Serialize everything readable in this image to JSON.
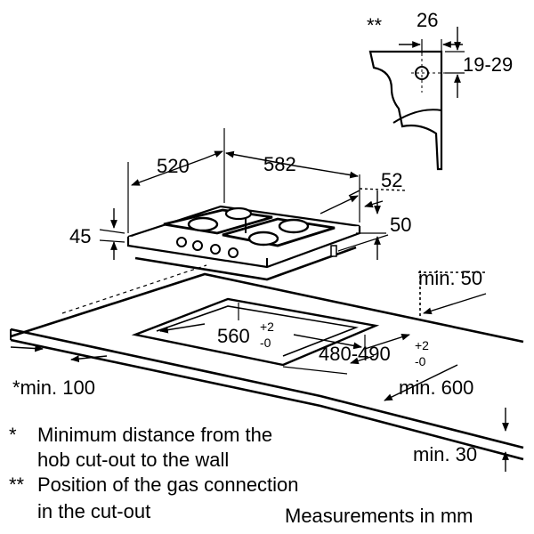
{
  "labels": {
    "gas_note_mark": "**",
    "gas_width": "26",
    "gas_height": "19-29",
    "hob_depth": "520",
    "hob_width": "582",
    "edge_offset": "52",
    "hob_height": "45",
    "side_offset": "50",
    "min_back": "min. 50",
    "cutout_width": "560",
    "cutout_width_tol_plus": "+2",
    "cutout_width_tol_minus": "-0",
    "cutout_depth": "480-490",
    "cutout_depth_tol_plus": "+2",
    "cutout_depth_tol_minus": "-0",
    "min_wall": "*min. 100",
    "min_worktop": "min. 600",
    "min_thickness": "min. 30"
  },
  "legend": [
    {
      "mark": "*",
      "line1": "Minimum distance from the",
      "line2": "hob cut-out to the wall"
    },
    {
      "mark": "**",
      "line1": "Position of the gas connection",
      "line2": "in the cut-out"
    }
  ],
  "units_note": "Measurements in mm"
}
